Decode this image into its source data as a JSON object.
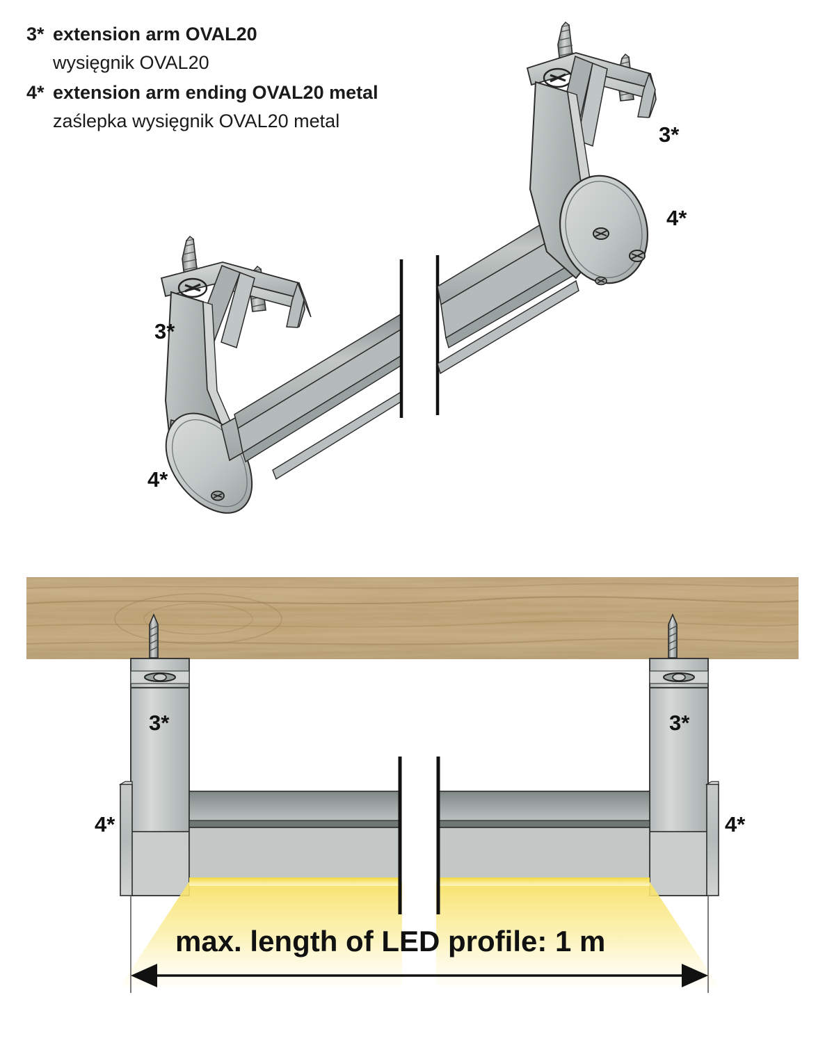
{
  "legend": {
    "rows": [
      {
        "key": "3*",
        "text": "extension arm OVAL20",
        "bold": true
      },
      {
        "key": "",
        "text": "wysięgnik OVAL20",
        "bold": false
      },
      {
        "key": "4*",
        "text": "extension arm ending OVAL20 metal",
        "bold": true
      },
      {
        "key": "",
        "text": "zaślepka wysięgnik OVAL20 metal",
        "bold": false
      }
    ]
  },
  "top_view": {
    "title": "perspective-view-extension-arm",
    "callouts": {
      "right_arm": "3*",
      "right_cap": "4*",
      "left_arm": "3*",
      "left_cap": "4*"
    }
  },
  "bottom_view": {
    "title": "elevation-view-mounted-profile",
    "callouts": {
      "left_arm": "3*",
      "left_cap": "4*",
      "right_arm": "3*",
      "right_cap": "4*"
    },
    "dimension_label": "max. length of LED profile: 1 m"
  },
  "colors": {
    "metal_light": "#cfd4d3",
    "metal_mid": "#b9bfbe",
    "metal_dark": "#8e9695",
    "outline": "#2b2b2b",
    "wood_base": "#b99a6b",
    "wood_dark": "#9c7f53",
    "led_glow": "#f5dd46",
    "text": "#111111"
  }
}
